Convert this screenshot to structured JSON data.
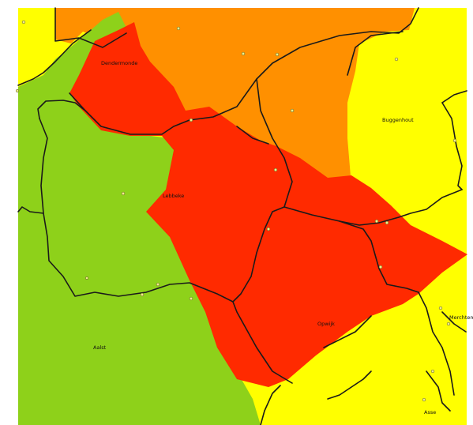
{
  "colors": {
    "green": "#8ed11a",
    "yellow": "#ffff00",
    "orange": "#ff9000",
    "red": "#ff2a00",
    "boundary": "#1a1a1a",
    "station_dot": "#f3f08a"
  },
  "town_labels": [
    {
      "key": "dendermonde",
      "text": "Dendermonde"
    },
    {
      "key": "buggenhout",
      "text": "Buggenhout"
    },
    {
      "key": "lebbeke",
      "text": "Lebbeke"
    },
    {
      "key": "opwijk",
      "text": "Opwijk"
    },
    {
      "key": "aalst",
      "text": "Aalst"
    },
    {
      "key": "merchtem",
      "text": "Merchtem"
    },
    {
      "key": "asse",
      "text": "Asse"
    }
  ]
}
